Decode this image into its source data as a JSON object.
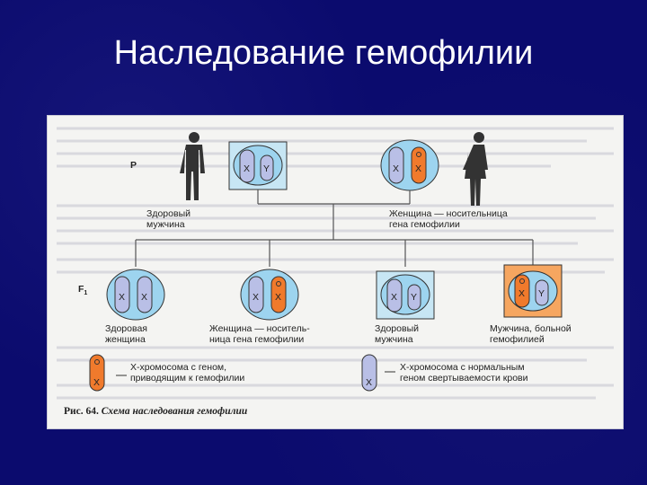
{
  "slide": {
    "title": "Наследование гемофилии"
  },
  "figure": {
    "gen_p": "P",
    "gen_f1": "F",
    "gen_f1_sub": "1",
    "chrom_x": "X",
    "chrom_y": "Y",
    "parents": {
      "father": [
        "Здоровый",
        "мужчина"
      ],
      "mother": [
        "Женщина — носительница",
        "гена гемофилии"
      ]
    },
    "offspring": {
      "daughter_healthy": [
        "Здоровая",
        "женщина"
      ],
      "daughter_carrier": [
        "Женщина — носитель-",
        "ница гена гемофилии"
      ],
      "son_healthy": [
        "Здоровый",
        "мужчина"
      ],
      "son_hemophilia": [
        "Мужчина, больной",
        "гемофилией"
      ]
    },
    "legend": {
      "affected": [
        "X-хромосома с геном,",
        "приводящим к гемофилии"
      ],
      "normal": [
        "X-хромосома с нормальным",
        "геном свертываемости крови"
      ]
    },
    "caption_number": "Рис. 64.",
    "caption_text": "Схема наследования гемофилии",
    "colors": {
      "normal_chrom": "#b9bfe6",
      "affected_chrom": "#f07a2c",
      "cell_blue": "#9dd4ef",
      "box_orange": "#f6a660",
      "box_blue": "#c7e6f4"
    }
  }
}
